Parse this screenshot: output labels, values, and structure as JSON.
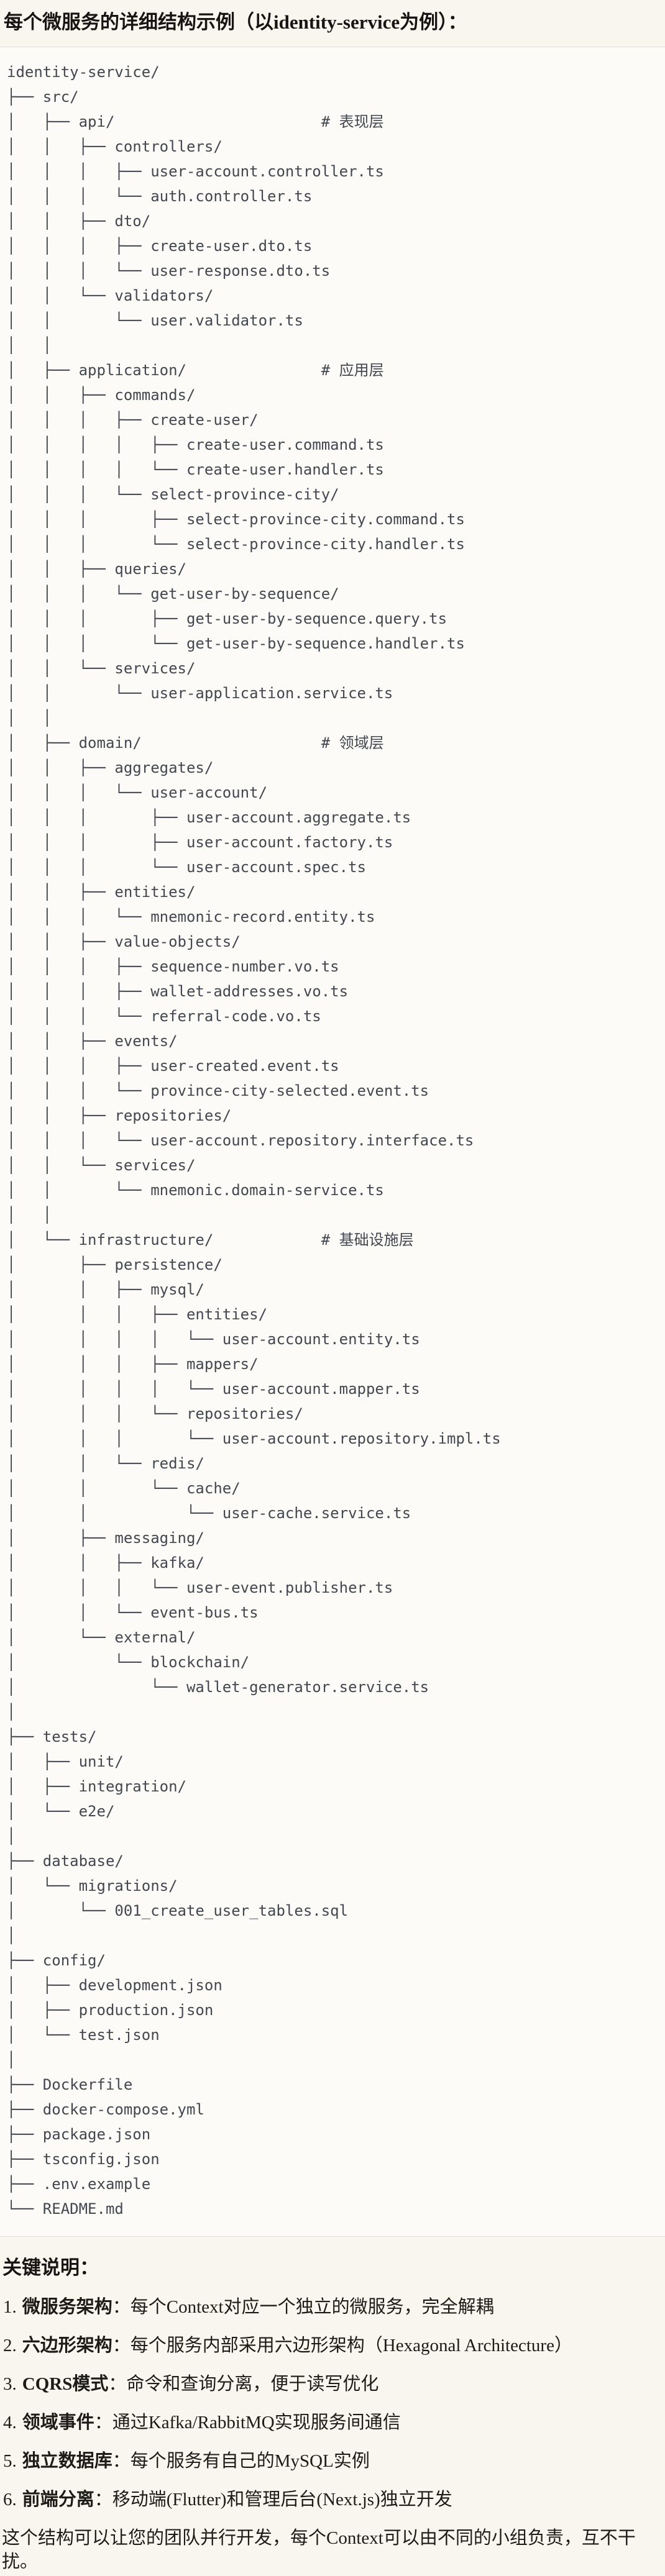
{
  "page": {
    "title": "每个微服务的详细结构示例（以identity-service为例）："
  },
  "tree": {
    "lines": [
      "identity-service/",
      "├── src/",
      "│   ├── api/                       # 表现层",
      "│   │   ├── controllers/",
      "│   │   │   ├── user-account.controller.ts",
      "│   │   │   └── auth.controller.ts",
      "│   │   ├── dto/",
      "│   │   │   ├── create-user.dto.ts",
      "│   │   │   └── user-response.dto.ts",
      "│   │   └── validators/",
      "│   │       └── user.validator.ts",
      "│   │",
      "│   ├── application/               # 应用层",
      "│   │   ├── commands/",
      "│   │   │   ├── create-user/",
      "│   │   │   │   ├── create-user.command.ts",
      "│   │   │   │   └── create-user.handler.ts",
      "│   │   │   └── select-province-city/",
      "│   │   │       ├── select-province-city.command.ts",
      "│   │   │       └── select-province-city.handler.ts",
      "│   │   ├── queries/",
      "│   │   │   └── get-user-by-sequence/",
      "│   │   │       ├── get-user-by-sequence.query.ts",
      "│   │   │       └── get-user-by-sequence.handler.ts",
      "│   │   └── services/",
      "│   │       └── user-application.service.ts",
      "│   │",
      "│   ├── domain/                    # 领域层",
      "│   │   ├── aggregates/",
      "│   │   │   └── user-account/",
      "│   │   │       ├── user-account.aggregate.ts",
      "│   │   │       ├── user-account.factory.ts",
      "│   │   │       └── user-account.spec.ts",
      "│   │   ├── entities/",
      "│   │   │   └── mnemonic-record.entity.ts",
      "│   │   ├── value-objects/",
      "│   │   │   ├── sequence-number.vo.ts",
      "│   │   │   ├── wallet-addresses.vo.ts",
      "│   │   │   └── referral-code.vo.ts",
      "│   │   ├── events/",
      "│   │   │   ├── user-created.event.ts",
      "│   │   │   └── province-city-selected.event.ts",
      "│   │   ├── repositories/",
      "│   │   │   └── user-account.repository.interface.ts",
      "│   │   └── services/",
      "│   │       └── mnemonic.domain-service.ts",
      "│   │",
      "│   └── infrastructure/            # 基础设施层",
      "│       ├── persistence/",
      "│       │   ├── mysql/",
      "│       │   │   ├── entities/",
      "│       │   │   │   └── user-account.entity.ts",
      "│       │   │   ├── mappers/",
      "│       │   │   │   └── user-account.mapper.ts",
      "│       │   │   └── repositories/",
      "│       │   │       └── user-account.repository.impl.ts",
      "│       │   └── redis/",
      "│       │       └── cache/",
      "│       │           └── user-cache.service.ts",
      "│       ├── messaging/",
      "│       │   ├── kafka/",
      "│       │   │   └── user-event.publisher.ts",
      "│       │   └── event-bus.ts",
      "│       └── external/",
      "│           └── blockchain/",
      "│               └── wallet-generator.service.ts",
      "│",
      "├── tests/",
      "│   ├── unit/",
      "│   ├── integration/",
      "│   └── e2e/",
      "│",
      "├── database/",
      "│   └── migrations/",
      "│       └── 001_create_user_tables.sql",
      "│",
      "├── config/",
      "│   ├── development.json",
      "│   ├── production.json",
      "│   └── test.json",
      "│",
      "├── Dockerfile",
      "├── docker-compose.yml",
      "├── package.json",
      "├── tsconfig.json",
      "├── .env.example",
      "└── README.md"
    ]
  },
  "notes": {
    "heading": "关键说明：",
    "items": [
      {
        "num": "1.",
        "label": "微服务架构",
        "text": "：每个Context对应一个独立的微服务，完全解耦"
      },
      {
        "num": "2.",
        "label": "六边形架构",
        "text": "：每个服务内部采用六边形架构（Hexagonal Architecture）"
      },
      {
        "num": "3.",
        "label": "CQRS模式",
        "text": "：命令和查询分离，便于读写优化"
      },
      {
        "num": "4.",
        "label": "领域事件",
        "text": "：通过Kafka/RabbitMQ实现服务间通信"
      },
      {
        "num": "5.",
        "label": "独立数据库",
        "text": "：每个服务有自己的MySQL实例"
      },
      {
        "num": "6.",
        "label": "前端分离",
        "text": "：移动端(Flutter)和管理后台(Next.js)独立开发"
      }
    ],
    "footer": "这个结构可以让您的团队并行开发，每个Context可以由不同的小组负责，互不干扰。"
  },
  "colors": {
    "page_bg": "#f8f6ef",
    "code_bg": "#fcfbf7",
    "tree_text": "#424750",
    "body_text": "#1d1b17",
    "divider": "#dfddd4"
  }
}
